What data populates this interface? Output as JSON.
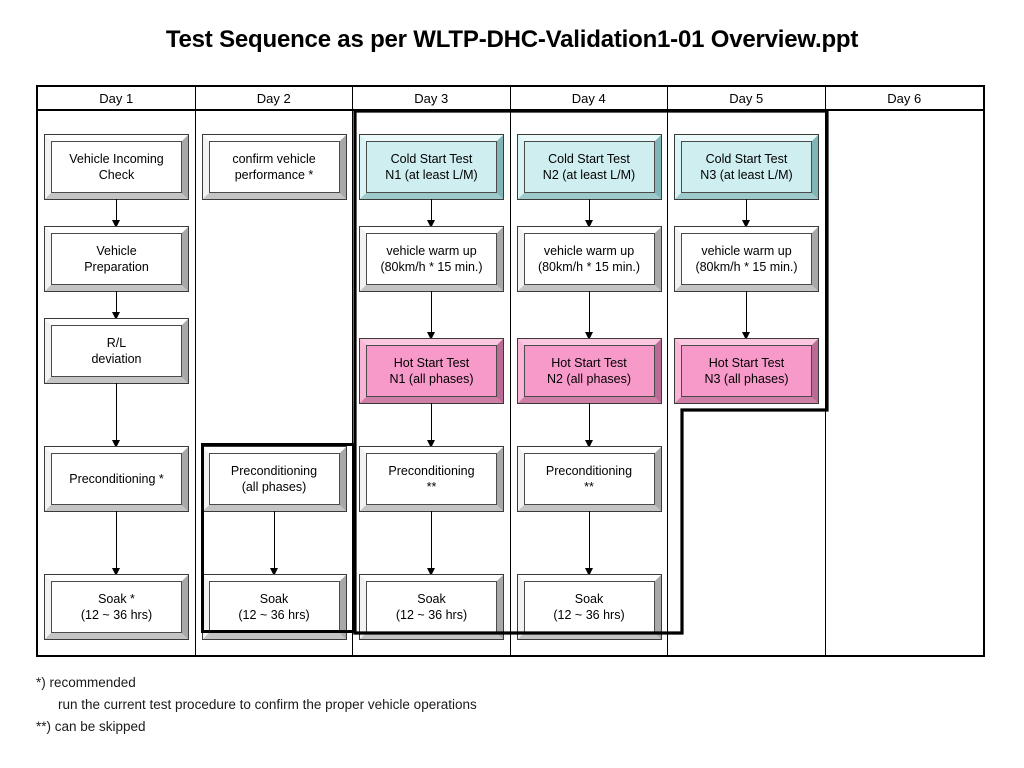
{
  "title": "Test Sequence as per WLTP-DHC-Validation1-01 Overview.ppt",
  "columns": [
    {
      "header": "Day 1"
    },
    {
      "header": "Day 2"
    },
    {
      "header": "Day 3"
    },
    {
      "header": "Day 4"
    },
    {
      "header": "Day 5"
    },
    {
      "header": "Day 6"
    }
  ],
  "day1": {
    "n1": {
      "l1": "Vehicle Incoming",
      "l2": "Check"
    },
    "n2": {
      "l1": "Vehicle",
      "l2": "Preparation"
    },
    "n3": {
      "l1": "R/L",
      "l2": "deviation"
    },
    "n4": {
      "l1": "Preconditioning *",
      "l2": ""
    },
    "n5": {
      "l1": "Soak *",
      "l2": "(12 ~ 36 hrs)"
    }
  },
  "day2": {
    "n1": {
      "l1": "confirm vehicle",
      "l2": "performance *"
    },
    "n4": {
      "l1": "Preconditioning",
      "l2": "(all phases)"
    },
    "n5": {
      "l1": "Soak",
      "l2": "(12 ~ 36 hrs)"
    }
  },
  "day3": {
    "n1": {
      "l1": "Cold Start Test",
      "l2": "N1 (at least L/M)"
    },
    "n2": {
      "l1": "vehicle warm up",
      "l2": "(80km/h * 15 min.)"
    },
    "n3": {
      "l1": "Hot Start Test",
      "l2": "N1 (all phases)"
    },
    "n4": {
      "l1": "Preconditioning",
      "l2": "**"
    },
    "n5": {
      "l1": "Soak",
      "l2": "(12 ~ 36 hrs)"
    }
  },
  "day4": {
    "n1": {
      "l1": "Cold Start Test",
      "l2": "N2 (at least L/M)"
    },
    "n2": {
      "l1": "vehicle warm up",
      "l2": "(80km/h * 15 min.)"
    },
    "n3": {
      "l1": "Hot Start Test",
      "l2": "N2 (all phases)"
    },
    "n4": {
      "l1": "Preconditioning",
      "l2": "**"
    },
    "n5": {
      "l1": "Soak",
      "l2": "(12 ~ 36 hrs)"
    }
  },
  "day5": {
    "n1": {
      "l1": "Cold Start Test",
      "l2": "N3 (at least L/M)"
    },
    "n2": {
      "l1": "vehicle warm up",
      "l2": "(80km/h * 15 min.)"
    },
    "n3": {
      "l1": "Hot Start Test",
      "l2": "N3 (all phases)"
    }
  },
  "notes": {
    "line1": "*) recommended",
    "line2": "run the current test procedure to confirm the proper vehicle operations",
    "line3": "**) can be skipped"
  },
  "colors": {
    "cold_start": "#cfeef0",
    "hot_start": "#f79ac9",
    "node_default": "#ffffff",
    "outline": "#000000"
  }
}
